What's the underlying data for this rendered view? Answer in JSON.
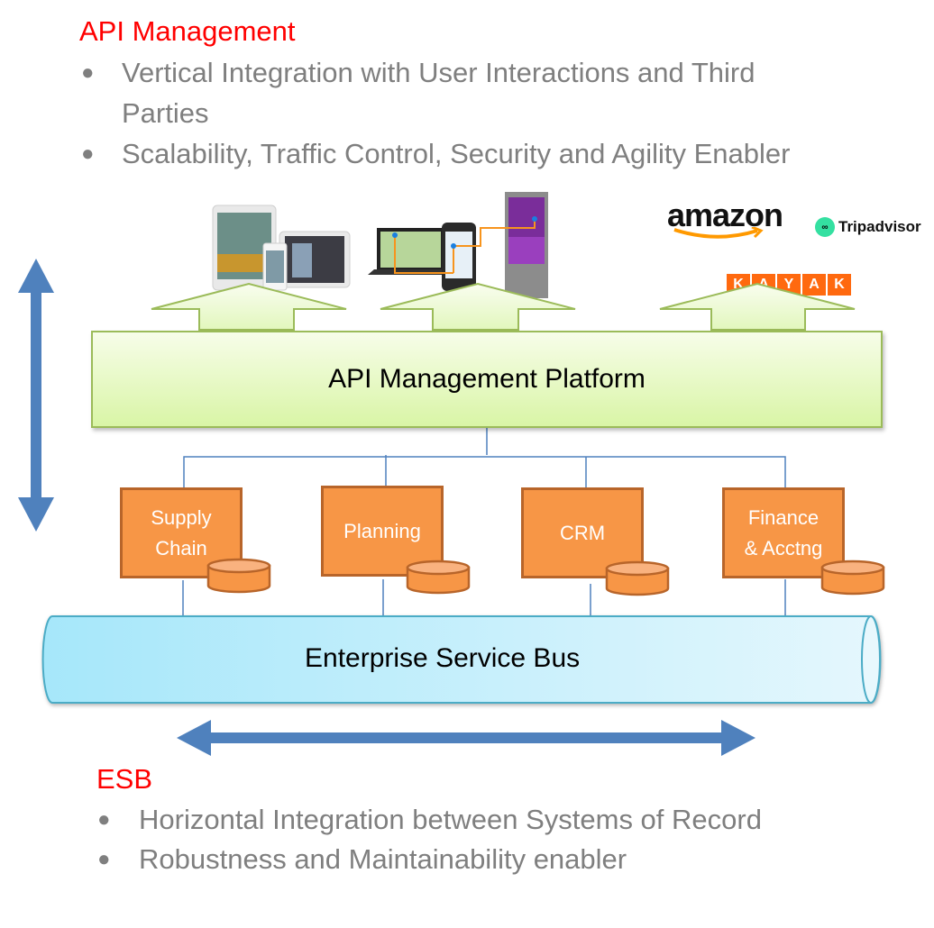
{
  "top_section": {
    "heading": "API Management",
    "bullets": [
      {
        "line1": "Vertical Integration with User Interactions and Third",
        "line2": "Parties"
      },
      {
        "line1": "Scalability, Traffic Control, Security and Agility Enabler"
      }
    ]
  },
  "consumers": {
    "images": [
      "devices-tablets-phones-image",
      "laptop-phone-kiosk-image"
    ],
    "third_parties": {
      "amazon": "amazon",
      "tripadvisor": "Tripadvisor",
      "kayak_letters": [
        "K",
        "A",
        "Y",
        "A",
        "K"
      ]
    }
  },
  "platform": {
    "label": "API Management Platform"
  },
  "systems": [
    {
      "label_line1": "Supply",
      "label_line2": "Chain"
    },
    {
      "label_line1": "Planning",
      "label_line2": ""
    },
    {
      "label_line1": "CRM",
      "label_line2": ""
    },
    {
      "label_line1": "Finance",
      "label_line2": "& Acctng"
    }
  ],
  "esb": {
    "label": "Enterprise Service Bus"
  },
  "bottom_section": {
    "heading": "ESB",
    "bullets": [
      "Horizontal Integration between Systems of Record",
      "Robustness and Maintainability enabler"
    ]
  },
  "colors": {
    "heading_red": "#ff0000",
    "bullet_gray": "#7f7f7f",
    "arrow_blue": "#4f81bd",
    "platform_green": "#d9f5a6",
    "system_orange": "#f79646",
    "esb_cyan": "#b3ecfb"
  }
}
